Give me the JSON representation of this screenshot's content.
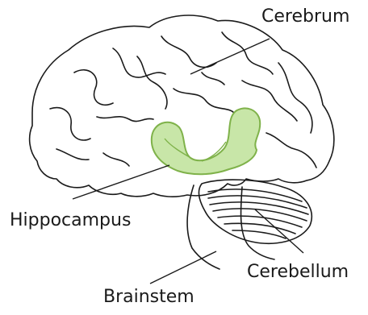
{
  "diagram": {
    "subject": "brain",
    "labels": {
      "cerebrum": "Cerebrum",
      "hippocampus": "Hippocampus",
      "cerebellum": "Cerebellum",
      "brainstem": "Brainstem"
    },
    "colors": {
      "outline": "#1a1a1a",
      "hippocampus_fill": "#c8e6a8",
      "hippocampus_stroke": "#7fb24a",
      "background": "#ffffff"
    }
  }
}
